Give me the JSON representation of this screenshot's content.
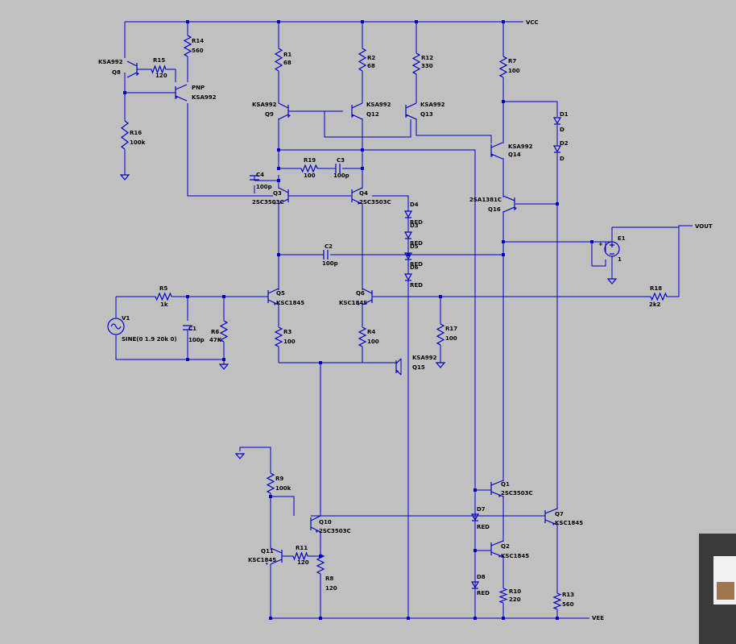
{
  "nets": {
    "vcc": "VCC",
    "vee": "VEE",
    "vout": "VOUT"
  },
  "components": {
    "r1": {
      "name": "R1",
      "value": "68"
    },
    "r2": {
      "name": "R2",
      "value": "68"
    },
    "r3": {
      "name": "R3",
      "value": "100"
    },
    "r4": {
      "name": "R4",
      "value": "100"
    },
    "r5": {
      "name": "R5",
      "value": "1k"
    },
    "r6": {
      "name": "R6",
      "value": "47K"
    },
    "r7": {
      "name": "R7",
      "value": "100"
    },
    "r8": {
      "name": "R8",
      "value": "120"
    },
    "r9": {
      "name": "R9",
      "value": "100k"
    },
    "r10": {
      "name": "R10",
      "value": "220"
    },
    "r11": {
      "name": "R11",
      "value": "120"
    },
    "r12": {
      "name": "R12",
      "value": "330"
    },
    "r13": {
      "name": "R13",
      "value": "560"
    },
    "r14": {
      "name": "R14",
      "value": "560"
    },
    "r15": {
      "name": "R15",
      "value": "120"
    },
    "r16": {
      "name": "R16",
      "value": "100k"
    },
    "r17": {
      "name": "R17",
      "value": "100"
    },
    "r18": {
      "name": "R18",
      "value": "2k2"
    },
    "r19": {
      "name": "R19",
      "value": "100"
    },
    "c1": {
      "name": "C1",
      "value": "100p"
    },
    "c2": {
      "name": "C2",
      "value": "100p"
    },
    "c3": {
      "name": "C3",
      "value": "100p"
    },
    "c4": {
      "name": "C4",
      "value": "100p"
    },
    "q1": {
      "name": "Q1",
      "model": "2SC3503C"
    },
    "q2": {
      "name": "Q2",
      "model": "KSC1845"
    },
    "q3": {
      "name": "Q3",
      "model": "2SC3503C"
    },
    "q4": {
      "name": "Q4",
      "model": "2SC3503C"
    },
    "q5": {
      "name": "Q5",
      "model": "KSC1845"
    },
    "q6": {
      "name": "Q6",
      "model": "KSC1845"
    },
    "q7": {
      "name": "Q7",
      "model": "KSC1845"
    },
    "q8": {
      "name": "Q8",
      "model": "KSA992"
    },
    "q9": {
      "name": "Q9",
      "model": "KSA992"
    },
    "q10": {
      "name": "Q10",
      "model": "2SC3503C"
    },
    "q11": {
      "name": "Q11",
      "model": "KSC1845"
    },
    "q12": {
      "name": "Q12",
      "model": "KSA992"
    },
    "q13": {
      "name": "Q13",
      "model": "KSA992"
    },
    "q14": {
      "name": "Q14",
      "model": "KSA992"
    },
    "q15": {
      "name": "Q15",
      "model": "KSA992"
    },
    "q16": {
      "name": "Q16",
      "model": "2SA1381C"
    },
    "pnp": {
      "type": "PNP",
      "model": "KSA992"
    },
    "d1": {
      "name": "D1",
      "value": "D"
    },
    "d2": {
      "name": "D2",
      "value": "D"
    },
    "d3": {
      "name": "D3",
      "value": "RED"
    },
    "d4": {
      "name": "D4",
      "value": "RED"
    },
    "d5": {
      "name": "D5",
      "value": "RED"
    },
    "d6": {
      "name": "D6",
      "value": "RED"
    },
    "d7": {
      "name": "D7",
      "value": "RED"
    },
    "d8": {
      "name": "D8",
      "value": "RED"
    },
    "v1": {
      "name": "V1",
      "value": "SINE(0 1.9 20k 0)"
    },
    "e1": {
      "name": "E1",
      "value": "1"
    }
  },
  "colors": {
    "wire": "#0000c8",
    "background": "#c0c0c0",
    "text": "#000000"
  }
}
